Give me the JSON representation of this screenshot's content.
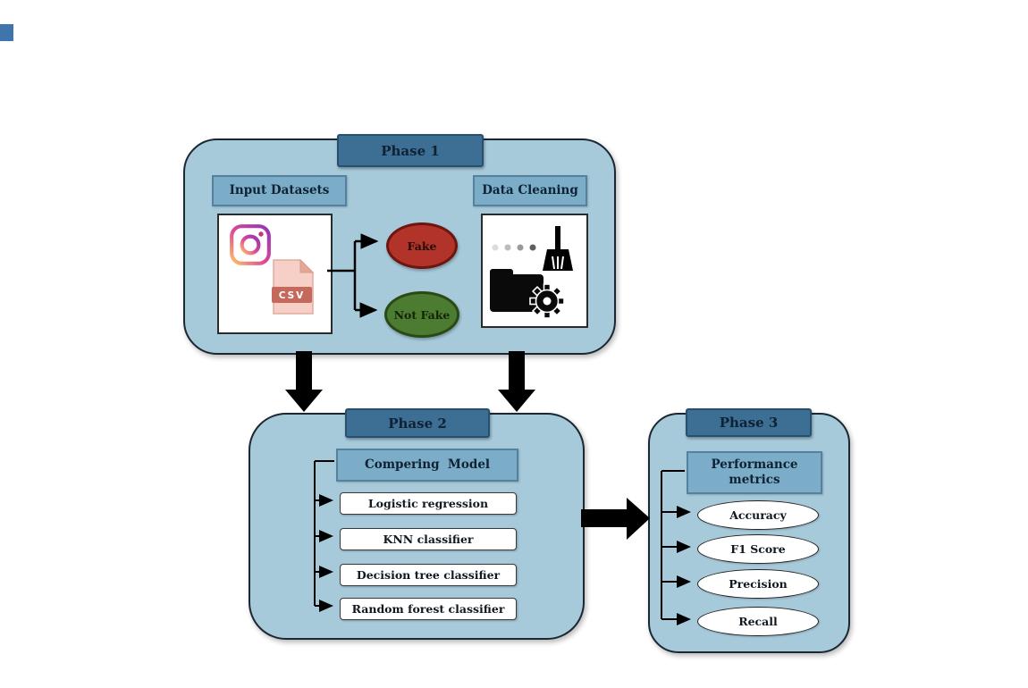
{
  "phase1": {
    "tab": "Phase 1",
    "input_label": "Input Datasets",
    "cleaning_label": "Data Cleaning",
    "fake": "Fake",
    "not_fake": "Not Fake",
    "csv": "CSV"
  },
  "phase2": {
    "tab": "Phase 2",
    "header": "Compering  Model",
    "items": [
      "Logistic regression",
      "KNN classifier",
      "Decision tree classifier",
      "Random forest classifier"
    ]
  },
  "phase3": {
    "tab": "Phase 3",
    "header": "Performance metrics",
    "metrics": [
      "Accuracy",
      "F1 Score",
      "Precision",
      "Recall"
    ]
  },
  "colors": {
    "panel-fill": "#a7cadb",
    "panel-border": "#1b2733",
    "tab-fill": "#3d6e94",
    "tab-border": "#27506e",
    "header-fill": "#7badc8",
    "header-border": "#55819e",
    "fake-fill": "#b23329",
    "fake-border": "#6e150f",
    "notfake-fill": "#4c7c31",
    "notfake-border": "#294a14",
    "text-dark": "#0e2233",
    "arrow": "#000000"
  }
}
